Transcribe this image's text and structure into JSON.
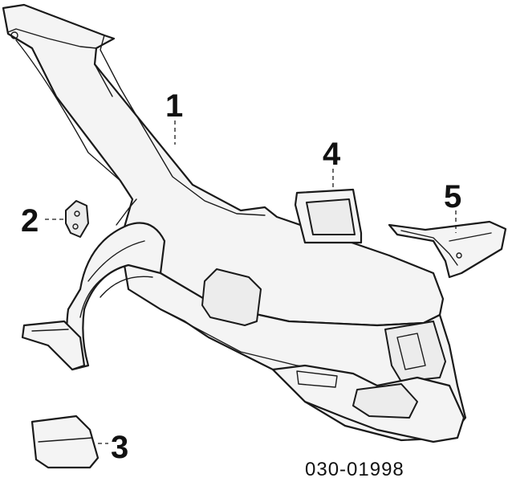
{
  "callouts": {
    "part_1": "1",
    "part_2": "2",
    "part_3": "3",
    "part_4": "4",
    "part_5": "5"
  },
  "diagram_number": "030-01998",
  "colors": {
    "line": "#1a1a1a",
    "background": "#ffffff",
    "panel_fill": "#f4f4f4"
  }
}
